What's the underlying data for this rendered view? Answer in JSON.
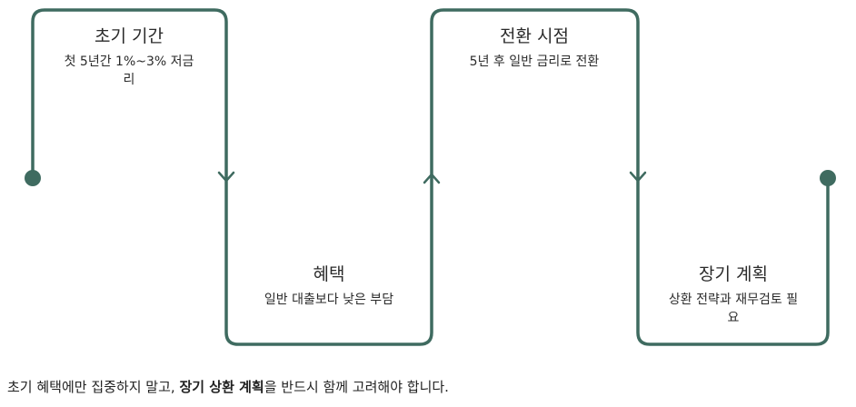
{
  "colors": {
    "line": "#3f6b60",
    "text": "#2b2b2b"
  },
  "stages": [
    {
      "title": "초기 기간",
      "desc": "첫 5년간 1%~3% 저금리"
    },
    {
      "title": "혜택",
      "desc": "일반 대출보다 낮은 부담"
    },
    {
      "title": "전환 시점",
      "desc": "5년 후 일반 금리로 전환"
    },
    {
      "title": "장기 계획",
      "desc": "상환 전략과 재무검토 필요"
    }
  ],
  "note": {
    "before": "초기 혜택에만 집중하지 말고, ",
    "emphasis": "장기 상환 계획",
    "after": "을 반드시 함께 고려해야 합니다."
  }
}
